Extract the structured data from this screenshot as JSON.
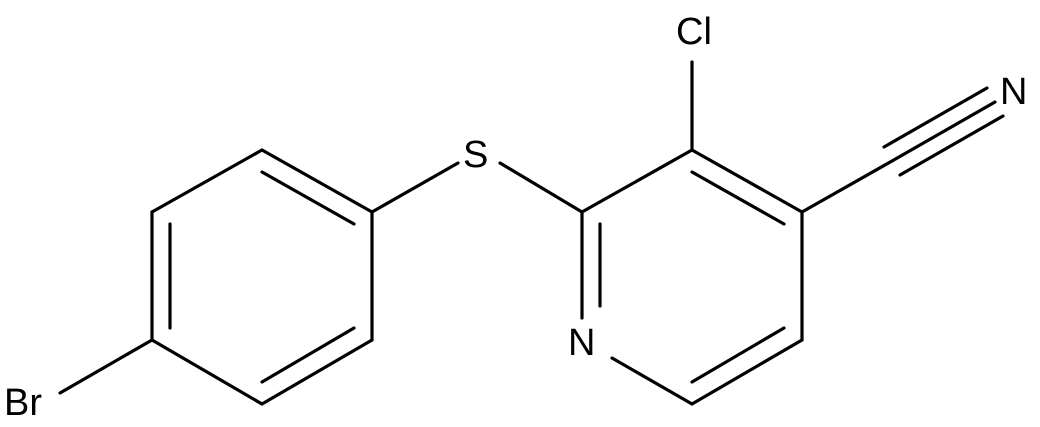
{
  "molecule": {
    "atoms": {
      "br": "Br",
      "s": "S",
      "cl": "Cl",
      "n_ring": "N",
      "n_nitrile": "N"
    }
  }
}
